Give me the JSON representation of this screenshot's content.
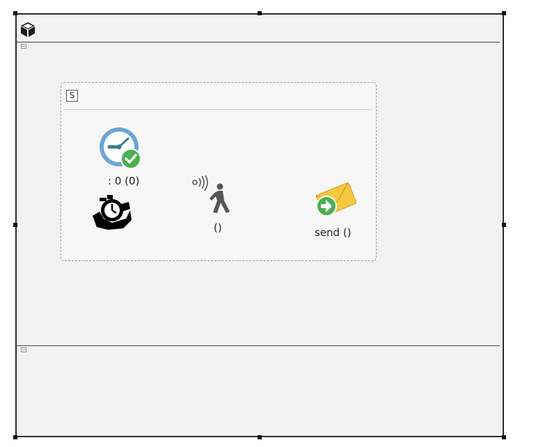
{
  "pool": {
    "icon": "cube-icon",
    "collapse_icon": "collapse-icon"
  },
  "subprocess": {
    "badge": "S"
  },
  "nodes": [
    {
      "icon": "clock-check-icon",
      "label": ": 0 (0)"
    },
    {
      "icon": "stopwatch-hand-icon",
      "label": ""
    },
    {
      "icon": "walking-person-signal-icon",
      "label": "()"
    },
    {
      "icon": "envelope-send-icon",
      "label": "send  ()"
    }
  ],
  "colors": {
    "frame_border": "#2a2a2a",
    "background": "#f2f2f2",
    "clock_ring": "#6aa6d6",
    "clock_hand": "#3a7f8c",
    "check_green": "#4caf50",
    "envelope_yellow": "#f6c842",
    "arrow_green": "#4caf50"
  }
}
